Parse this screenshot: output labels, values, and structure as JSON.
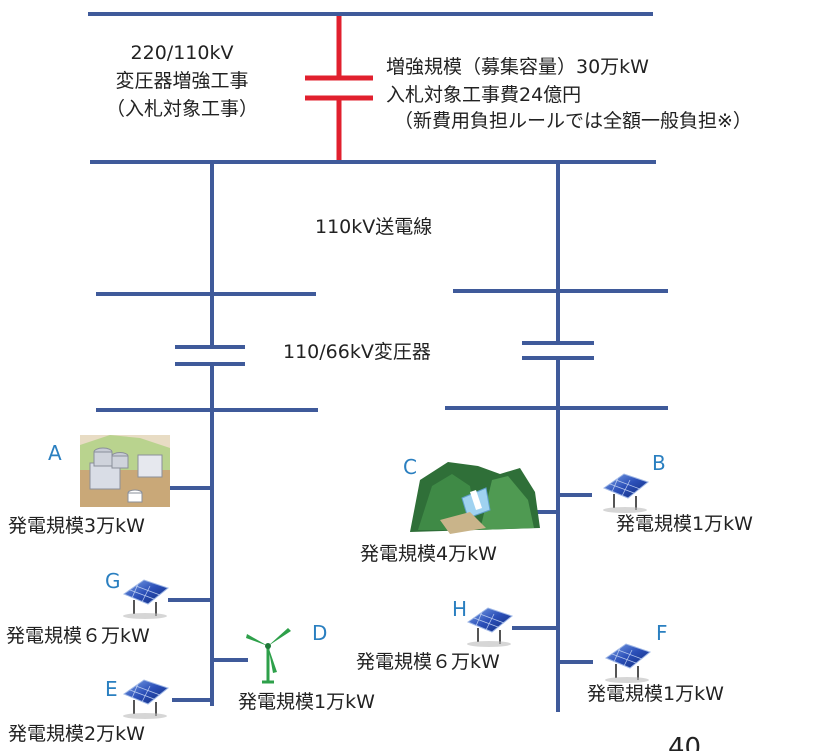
{
  "upper_transformer": {
    "line1": "220/110kV",
    "line2": "変圧器増強工事",
    "line3": "（入札対象工事）"
  },
  "reinforcement": {
    "line1": "増強規模（募集容量）30万kW",
    "line2": "入札対象工事費24億円",
    "line3": "（新費用負担ルールでは全額一般負担※）"
  },
  "line_label": "110kV送電線",
  "lower_transformer_label": "110/66kV変圧器",
  "generators": {
    "A": {
      "letter": "A",
      "label": "発電規模3万kW",
      "icon": "thermal-plant-icon"
    },
    "B": {
      "letter": "B",
      "label": "発電規模1万kW",
      "icon": "solar-panel-icon"
    },
    "C": {
      "letter": "C",
      "label": "発電規模4万kW",
      "icon": "hydro-dam-icon"
    },
    "D": {
      "letter": "D",
      "label": "発電規模1万kW",
      "icon": "wind-turbine-icon"
    },
    "E": {
      "letter": "E",
      "label": "発電規模2万kW",
      "icon": "solar-panel-icon"
    },
    "F": {
      "letter": "F",
      "label": "発電規模1万kW",
      "icon": "solar-panel-icon"
    },
    "G": {
      "letter": "G",
      "label": "発電規模６万kW",
      "icon": "solar-panel-icon"
    },
    "H": {
      "letter": "H",
      "label": "発電規模６万kW",
      "icon": "solar-panel-icon"
    }
  },
  "page_number": "40",
  "colors": {
    "line": "#3f5a9a",
    "highlight": "#e1202e",
    "letter": "#2a7fc0"
  }
}
